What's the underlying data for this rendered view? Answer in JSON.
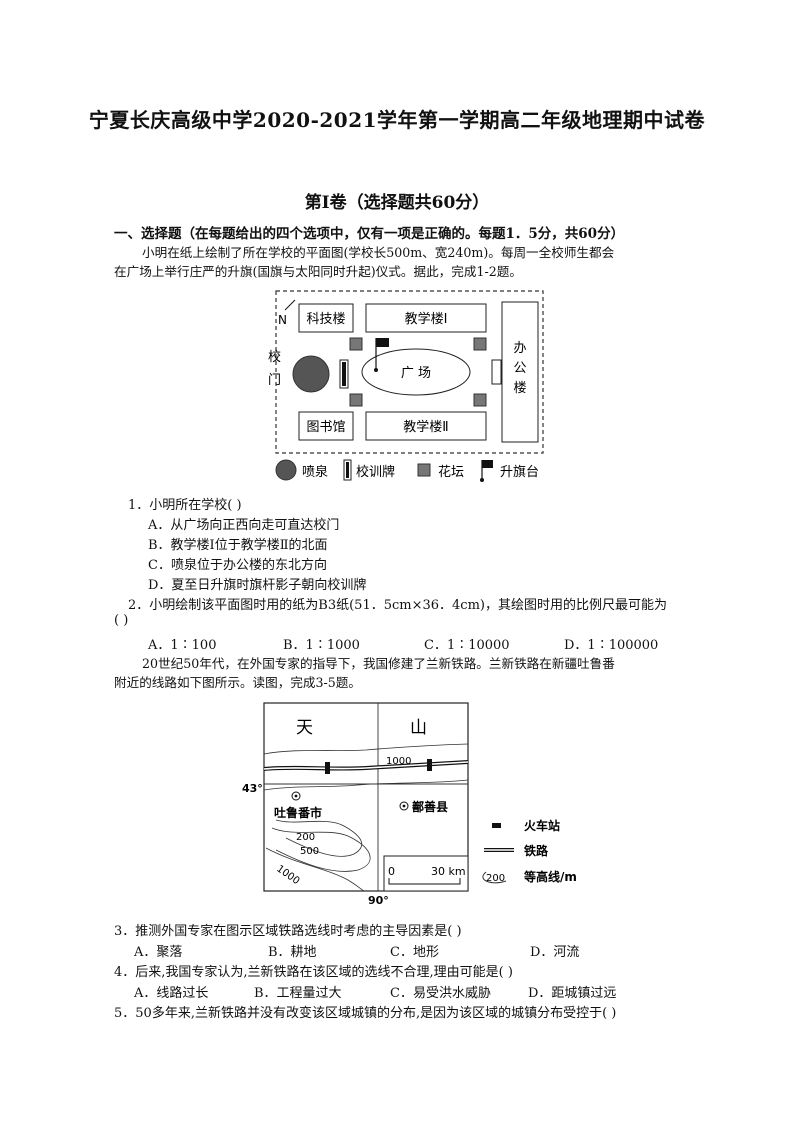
{
  "header": {
    "title": "宁夏长庆高级中学2020-2021学年第一学期高二年级地理期中试卷",
    "part": "第Ⅰ卷（选择题共60分）",
    "section": "一、选择题（在每题给出的四个选项中，仅有一项是正确的。每题1．5分，共60分）"
  },
  "intro1": {
    "line1": "小明在纸上绘制了所在学校的平面图(学校长500m、宽240m)。每周一全校师生都会",
    "line2": "在广场上举行庄严的升旗(国旗与太阳同时升起)仪式。据此，完成1-2题。"
  },
  "map1": {
    "north": "N",
    "gate_1": "校",
    "gate_2": "门",
    "tech_bldg": "科技楼",
    "teach1": "教学楼Ⅰ",
    "teach2": "教学楼Ⅱ",
    "library": "图书馆",
    "plaza": "广 场",
    "office_1": "办",
    "office_2": "公",
    "office_3": "楼",
    "legend_fountain": "喷泉",
    "legend_motto": "校训牌",
    "legend_flowerbed": "花坛",
    "legend_flag": "升旗台"
  },
  "q1": {
    "stem": "1．小明所在学校(    )",
    "a": "A．从广场向正西向走可直达校门",
    "b": "B．教学楼Ⅰ位于教学楼Ⅱ的北面",
    "c": "C．喷泉位于办公楼的东北方向",
    "d": "D．夏至日升旗时旗杆影子朝向校训牌"
  },
  "q2": {
    "stem": "2．小明绘制该平面图时用的纸为B3纸(51．5cm×36．4cm)，其绘图时用的比例尺最可能为",
    "stem2": "(    )",
    "a": "A．1∶100",
    "b": "B．1∶1000",
    "c": "C．1∶10000",
    "d": "D．1∶100000"
  },
  "intro2": {
    "line1": "20世纪50年代，在外国专家的指导下，我国修建了兰新铁路。兰新铁路在新疆吐鲁番",
    "line2": "附近的线路如下图所示。读图，完成3-5题。"
  },
  "map2": {
    "tian": "天",
    "shan": "山",
    "c1000_top": "1000",
    "lat": "43°",
    "lon": "90°",
    "turpan": "吐鲁番市",
    "shanshan": "鄯善县",
    "c200": "200",
    "c500": "500",
    "c1000_bottom": "1000",
    "scale_0": "0",
    "scale_30": "30 km",
    "legend_station": "火车站",
    "legend_rail": "铁路",
    "legend_contour_val": "200",
    "legend_contour": "等高线/m"
  },
  "q3": {
    "stem": "3．推测外国专家在图示区域铁路选线时考虑的主导因素是(    )",
    "a": "A．聚落",
    "b": "B．耕地",
    "c": "C．地形",
    "d": "D．河流"
  },
  "q4": {
    "stem": "4．后来,我国专家认为,兰新铁路在该区域的选线不合理,理由可能是(    )",
    "a": "A．线路过长",
    "b": "B．工程量过大",
    "c": "C．易受洪水威胁",
    "d": "D．距城镇过远"
  },
  "q5": {
    "stem": "5．50多年来,兰新铁路并没有改变该区域城镇的分布,是因为该区域的城镇分布受控于(    )"
  }
}
